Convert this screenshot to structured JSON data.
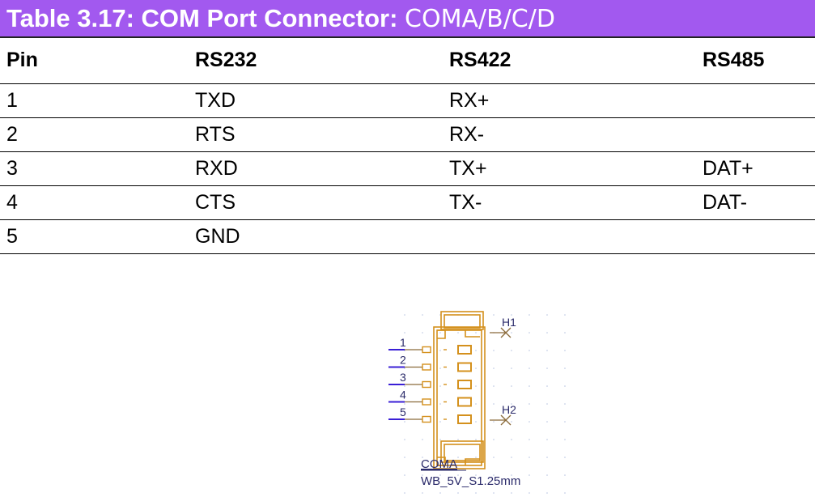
{
  "title": {
    "prefix": "Table 3.17: COM Port Connector: ",
    "suffix": "COMA/B/C/D",
    "background": "#a259ef"
  },
  "table": {
    "headers": [
      "Pin",
      "RS232",
      "RS422",
      "RS485"
    ],
    "rows": [
      [
        "1",
        "TXD",
        "RX+",
        ""
      ],
      [
        "2",
        "RTS",
        "RX-",
        ""
      ],
      [
        "3",
        "RXD",
        "TX+",
        "DAT+"
      ],
      [
        "4",
        "CTS",
        "TX-",
        "DAT-"
      ],
      [
        "5",
        "GND",
        "",
        ""
      ]
    ]
  },
  "diagram": {
    "pins": [
      "1",
      "2",
      "3",
      "4",
      "5"
    ],
    "mount_labels": [
      "H1",
      "H2"
    ],
    "ref_designator": "COMA",
    "part_name": "WB_5V_S1.25mm",
    "body_color": "#d4901c",
    "wire_color": "#3a1fd6"
  }
}
